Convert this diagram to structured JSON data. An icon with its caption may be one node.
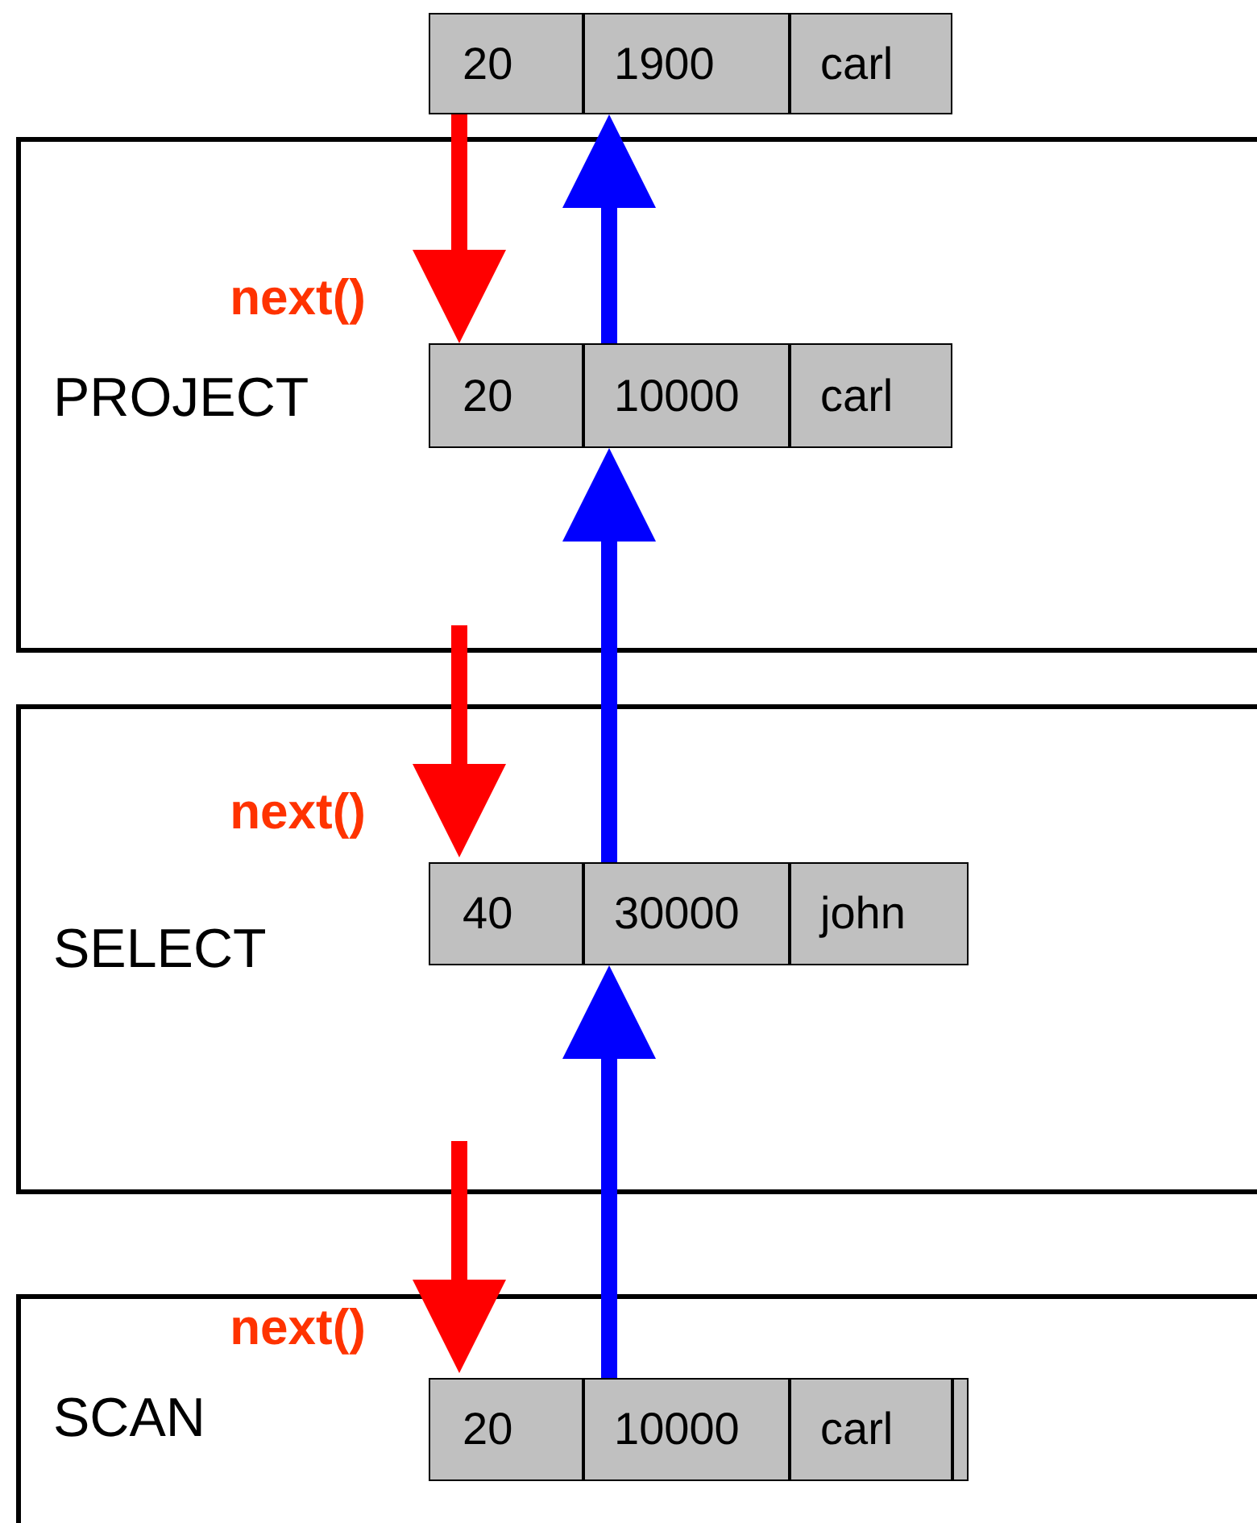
{
  "diagram": {
    "nodes": [
      {
        "text": [
          "20",
          "1900",
          "carl"
        ]
      },
      {
        "text": [
          "PROJECT"
        ]
      },
      {
        "text": [
          "20",
          "10000",
          "carl"
        ],
        "in": 1
      },
      {
        "text": [
          "SELECT"
        ]
      },
      {
        "text": [
          "40",
          "30000",
          "john"
        ],
        "in": 3
      },
      {
        "text": [
          "SCAN"
        ]
      },
      {
        "text": [
          "20",
          "10000",
          "carl"
        ],
        "in": 5
      }
    ],
    "edges": [
      {
        "from": 0,
        "to": 2,
        "arrow": "to",
        "label": "next()",
        "color": "#ff0000"
      },
      {
        "from": 2,
        "to": 0,
        "arrow": "to",
        "color": "#0000ff"
      },
      {
        "from": null,
        "to": 4,
        "arrow": "to",
        "label": "next()",
        "color": "#ff0000"
      },
      {
        "from": 4,
        "to": 2,
        "arrow": "to",
        "color": "#0000ff"
      },
      {
        "from": null,
        "to": 6,
        "arrow": "to",
        "label": "next()",
        "color": "#ff0000"
      },
      {
        "from": 6,
        "to": 4,
        "arrow": "to",
        "color": "#0000ff"
      }
    ]
  }
}
